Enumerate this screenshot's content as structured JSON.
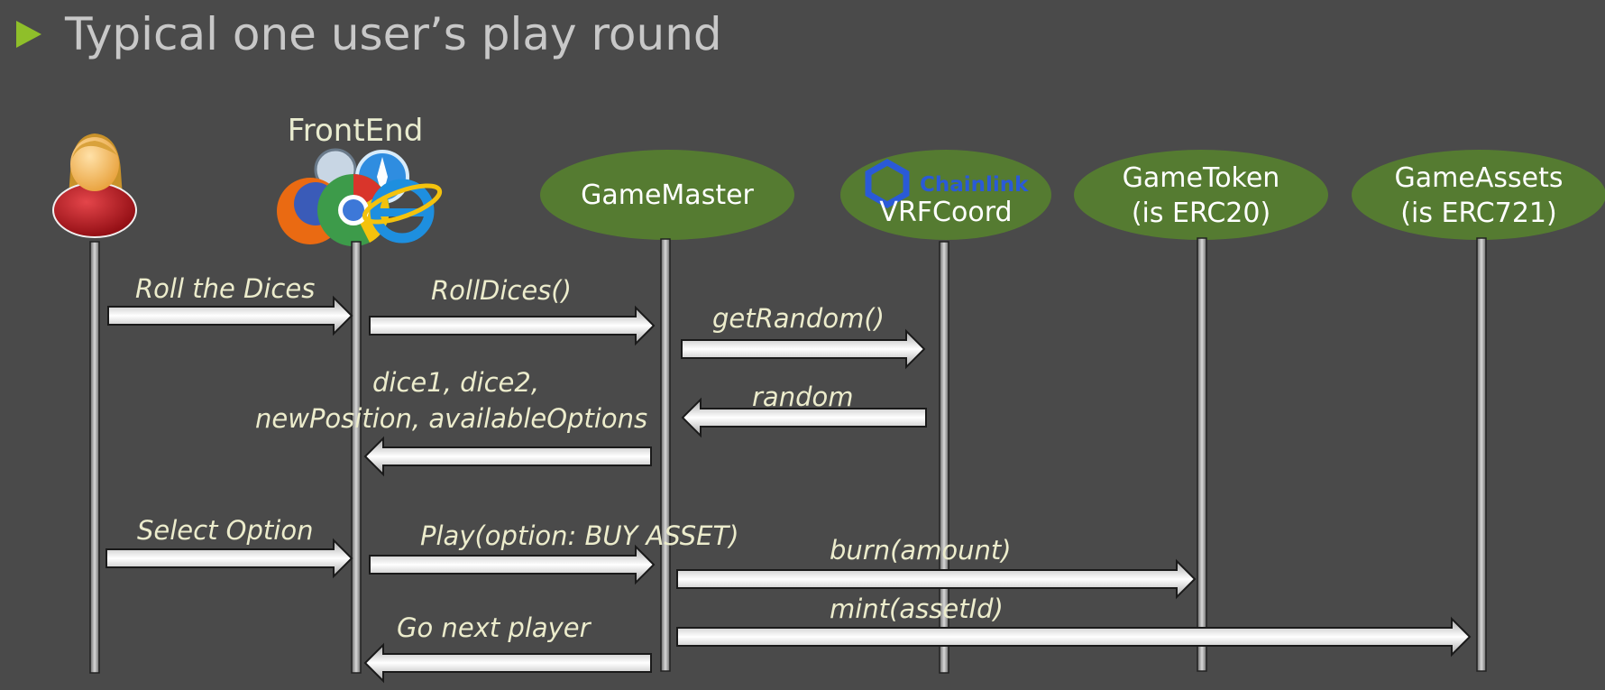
{
  "title": "Typical one user’s play round",
  "colors": {
    "background": "#4a4a4a",
    "bullet": "#8fbf2a",
    "participant_fill": "#557b31",
    "message_text": "#ececcc",
    "arrow_fill": "#f0f0f0",
    "lifeline": "#9a9a9a",
    "chainlink_blue": "#2a5ad7"
  },
  "participants": {
    "user": {
      "icon": "user-avatar-icon"
    },
    "frontend": {
      "label": "FrontEnd",
      "icon": "browser-logos-icon"
    },
    "gamemaster": {
      "label": "GameMaster"
    },
    "vrfcoord": {
      "brand": "Chainlink",
      "label": "VRFCoord",
      "icon": "chainlink-hexagon-icon"
    },
    "gametoken": {
      "line1": "GameToken",
      "line2": "(is ERC20)"
    },
    "gameassets": {
      "line1": "GameAssets",
      "line2": "(is ERC721)"
    }
  },
  "messages": {
    "roll_dices": "Roll the Dices",
    "roll_dices_call": "RollDices()",
    "get_random": "getRandom()",
    "random": "random",
    "result_line1": "dice1, dice2,",
    "result_line2": "newPosition, availableOptions",
    "select_option": "Select Option",
    "play": "Play(option: BUY ASSET)",
    "burn": "burn(amount)",
    "mint": "mint(assetId)",
    "go_next": "Go next player"
  }
}
